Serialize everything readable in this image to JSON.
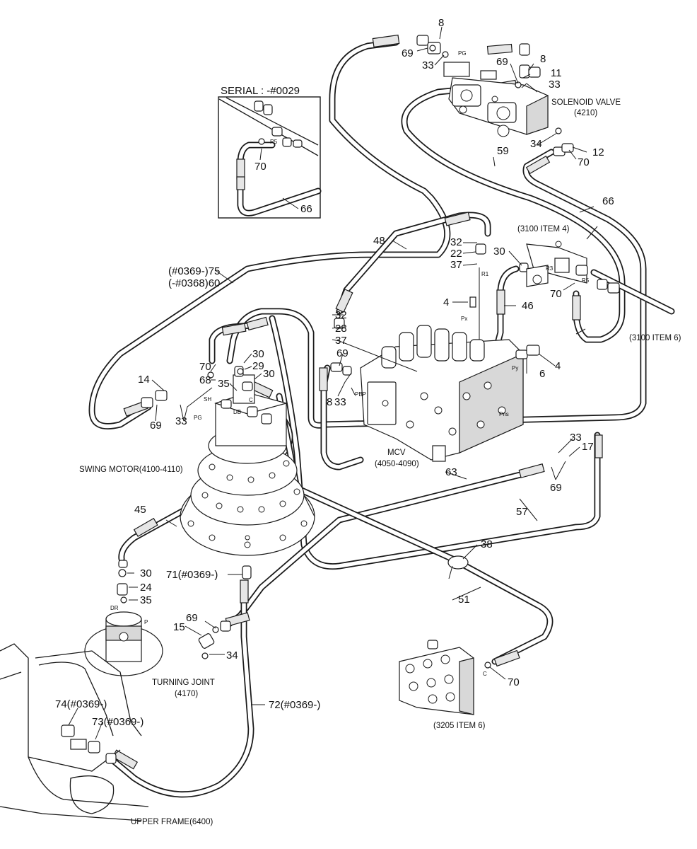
{
  "inset": {
    "title": "SERIAL : -#0029",
    "parts": [
      "70",
      "66"
    ],
    "port": "R5"
  },
  "components": {
    "solenoid_valve": [
      "SOLENOID VALVE",
      "(4210)"
    ],
    "mcv": [
      "MCV",
      "(4050-4090)"
    ],
    "swing_motor": "SWING MOTOR(4100-4110)",
    "turning_joint": [
      "TURNING JOINT",
      "(4170)"
    ],
    "upper_frame": "UPPER FRAME(6400)",
    "ref_3100_item4": "(3100 ITEM 4)",
    "ref_3100_item6": "(3100 ITEM 6)",
    "ref_3205_item6": "(3205 ITEM 6)"
  },
  "hose_labels": {
    "h75": "(#0369-)75",
    "h60": "(-#0368)60",
    "h48": "48",
    "h46": "46",
    "h59": "59",
    "h66": "66",
    "h63": "63",
    "h57": "57",
    "h45": "45",
    "h51": "51",
    "h72": "72(#0369-)"
  },
  "callouts": [
    "8",
    "69",
    "33",
    "69",
    "8",
    "11",
    "33",
    "34",
    "70",
    "12",
    "32",
    "22",
    "37",
    "30",
    "70",
    "4",
    "46",
    "32",
    "28",
    "37",
    "69",
    "8",
    "33",
    "4",
    "6",
    "70",
    "68",
    "30",
    "29",
    "30",
    "35",
    "14",
    "69",
    "33",
    "33",
    "17",
    "69",
    "38",
    "30",
    "24",
    "35",
    "71(#0369-)",
    "69",
    "15",
    "34",
    "70",
    "74(#0369-)",
    "73(#0369-)"
  ],
  "ports": [
    "PG",
    "R3",
    "R5",
    "R1",
    "Px",
    "Py",
    "PBP",
    "Pns",
    "SH",
    "PG",
    "DB",
    "C",
    "DR",
    "P",
    "C"
  ]
}
